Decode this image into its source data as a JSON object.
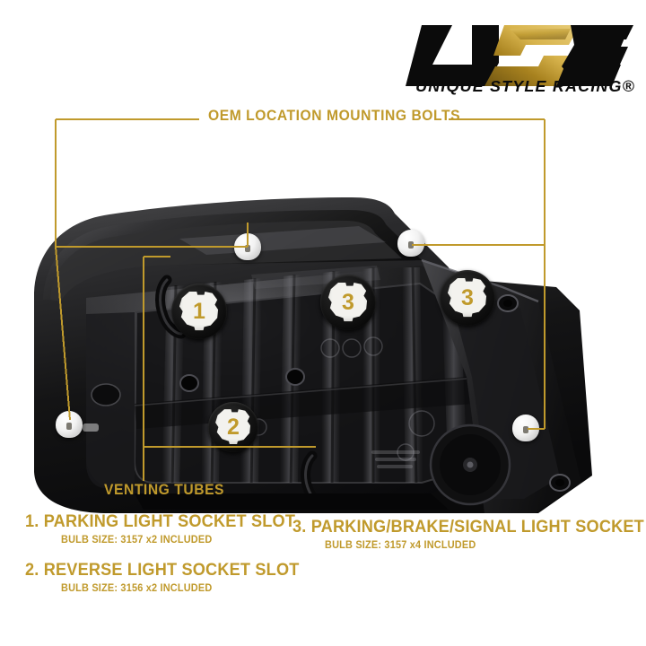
{
  "brand": {
    "logo_text": "USR",
    "tagline": "UNIQUE STYLE RACING",
    "registered_mark": "®",
    "colors": {
      "gold": "#c09a2c",
      "gold_light": "#d8b14a",
      "gold_dark": "#8a6a18",
      "black": "#0b0b0b"
    }
  },
  "callouts": [
    {
      "id": "oem-bolts",
      "label": "OEM LOCATION MOUNTING BOLTS"
    },
    {
      "id": "venting-tubes",
      "label": "VENTING TUBES"
    }
  ],
  "sockets": [
    {
      "id": "socket-1",
      "number": "1"
    },
    {
      "id": "socket-3a",
      "number": "3"
    },
    {
      "id": "socket-3b",
      "number": "3"
    },
    {
      "id": "socket-2",
      "number": "2"
    }
  ],
  "legend": [
    {
      "index": "1.",
      "title": "PARKING LIGHT SOCKET SLOT",
      "bulb": "BULB SIZE: 3157 x2 INCLUDED"
    },
    {
      "index": "2.",
      "title": "REVERSE LIGHT SOCKET SLOT",
      "bulb": "BULB SIZE: 3156 x2 INCLUDED"
    },
    {
      "index": "3.",
      "title": "PARKING/BRAKE/SIGNAL LIGHT SOCKET SLOT",
      "bulb": "BULB SIZE: 3157 x4 INCLUDED"
    }
  ],
  "product": {
    "description": "tail light housing rear view",
    "mounting_bolt_count": 4,
    "venting_tube_count": 2
  }
}
